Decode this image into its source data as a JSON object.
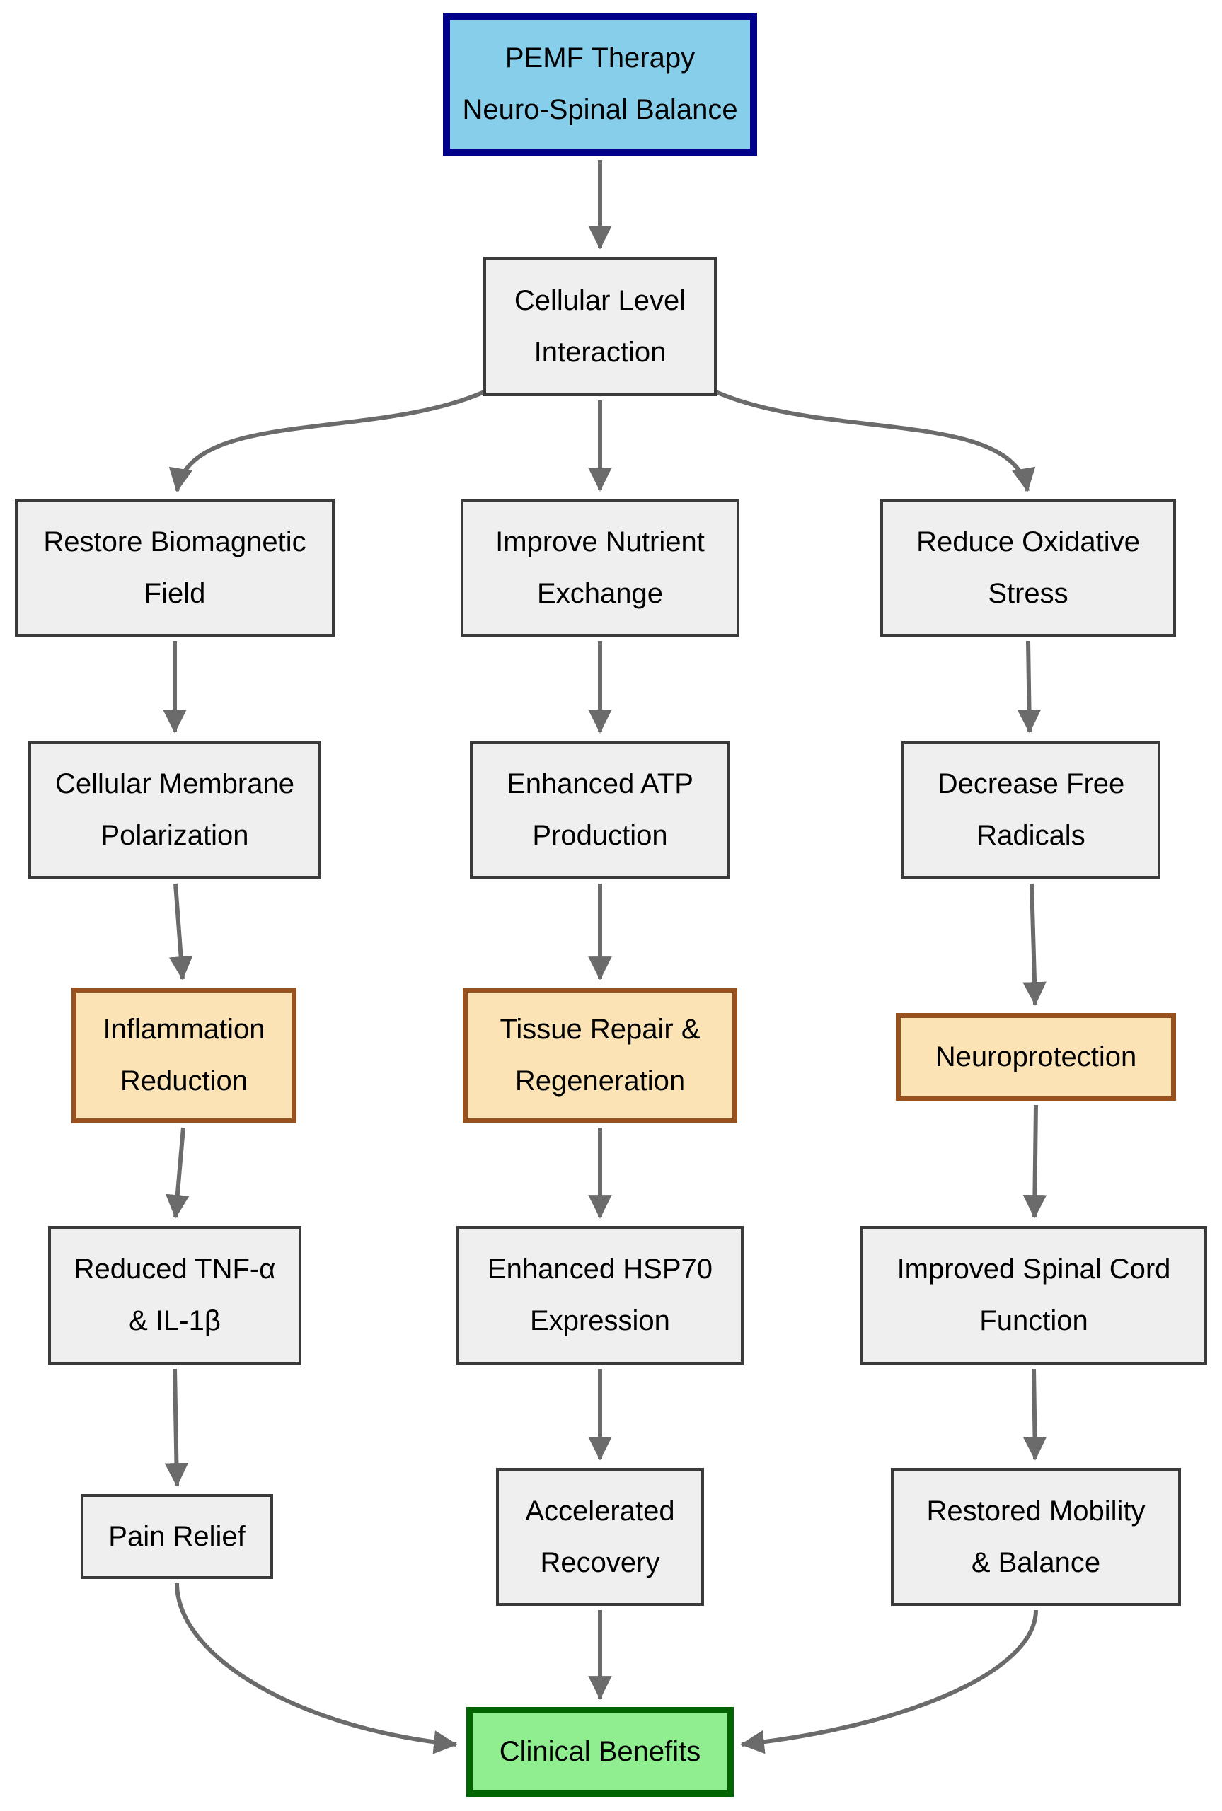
{
  "diagram": {
    "title": "PEMF Therapy Neuro-Spinal Balance flowchart",
    "nodes": {
      "pemf": {
        "label": "PEMF Therapy\nNeuro-Spinal Balance",
        "type": "source"
      },
      "cellular": {
        "label": "Cellular Level\nInteraction",
        "type": "process"
      },
      "restore": {
        "label": "Restore Biomagnetic\nField",
        "type": "process"
      },
      "nutrient": {
        "label": "Improve Nutrient\nExchange",
        "type": "process"
      },
      "oxidative": {
        "label": "Reduce Oxidative\nStress",
        "type": "process"
      },
      "membrane": {
        "label": "Cellular Membrane\nPolarization",
        "type": "process"
      },
      "atp": {
        "label": "Enhanced ATP\nProduction",
        "type": "process"
      },
      "radicals": {
        "label": "Decrease Free\nRadicals",
        "type": "process"
      },
      "inflammation": {
        "label": "Inflammation\nReduction",
        "type": "milestone"
      },
      "tissue": {
        "label": "Tissue Repair &\nRegeneration",
        "type": "milestone"
      },
      "neuro": {
        "label": "Neuroprotection",
        "type": "milestone"
      },
      "tnf": {
        "label": "Reduced TNF-α\n& IL-1β",
        "type": "process"
      },
      "hsp70": {
        "label": "Enhanced HSP70\nExpression",
        "type": "process"
      },
      "spinal": {
        "label": "Improved Spinal Cord\nFunction",
        "type": "process"
      },
      "pain": {
        "label": "Pain Relief",
        "type": "process"
      },
      "accelerated": {
        "label": "Accelerated\nRecovery",
        "type": "process"
      },
      "restored": {
        "label": "Restored Mobility\n& Balance",
        "type": "process"
      },
      "clinical": {
        "label": "Clinical Benefits",
        "type": "outcome"
      }
    },
    "edges": [
      {
        "from": "pemf",
        "to": "cellular"
      },
      {
        "from": "cellular",
        "to": "restore"
      },
      {
        "from": "cellular",
        "to": "nutrient"
      },
      {
        "from": "cellular",
        "to": "oxidative"
      },
      {
        "from": "restore",
        "to": "membrane"
      },
      {
        "from": "nutrient",
        "to": "atp"
      },
      {
        "from": "oxidative",
        "to": "radicals"
      },
      {
        "from": "membrane",
        "to": "inflammation"
      },
      {
        "from": "atp",
        "to": "tissue"
      },
      {
        "from": "radicals",
        "to": "neuro"
      },
      {
        "from": "inflammation",
        "to": "tnf"
      },
      {
        "from": "tissue",
        "to": "hsp70"
      },
      {
        "from": "neuro",
        "to": "spinal"
      },
      {
        "from": "tnf",
        "to": "pain"
      },
      {
        "from": "hsp70",
        "to": "accelerated"
      },
      {
        "from": "spinal",
        "to": "restored"
      },
      {
        "from": "pain",
        "to": "clinical"
      },
      {
        "from": "accelerated",
        "to": "clinical"
      },
      {
        "from": "restored",
        "to": "clinical"
      }
    ],
    "colors": {
      "source_fill": "#87CEEB",
      "source_border": "#00008B",
      "process_fill": "#EFEFEF",
      "process_border": "#3A3A3A",
      "milestone_fill": "#FBE3B5",
      "milestone_border": "#96511E",
      "outcome_fill": "#90EE90",
      "outcome_border": "#006400",
      "arrow": "#6B6B6B",
      "text": "#000000"
    }
  }
}
